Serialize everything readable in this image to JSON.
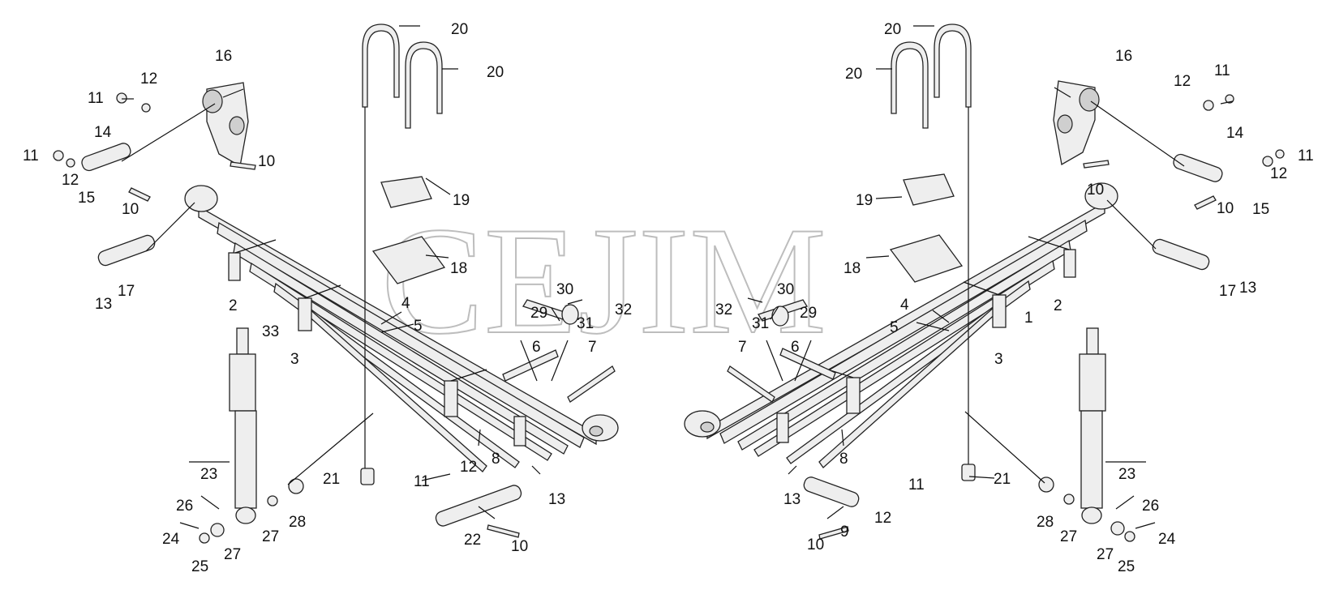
{
  "watermark": "CEJIM",
  "colors": {
    "stroke": "#222222",
    "part_fill": "#eeeeee",
    "watermark": "#bdbdbd"
  },
  "labels": [
    "1",
    "2",
    "2",
    "3",
    "3",
    "4",
    "4",
    "5",
    "5",
    "6",
    "6",
    "7",
    "7",
    "8",
    "8",
    "9",
    "10",
    "10",
    "10",
    "10",
    "10",
    "10",
    "11",
    "11",
    "11",
    "11",
    "11",
    "11",
    "12",
    "12",
    "12",
    "12",
    "12",
    "12",
    "13",
    "13",
    "13",
    "13",
    "14",
    "14",
    "15",
    "15",
    "16",
    "16",
    "17",
    "17",
    "18",
    "18",
    "19",
    "19",
    "20",
    "20",
    "20",
    "20",
    "21",
    "21",
    "22",
    "23",
    "23",
    "24",
    "24",
    "25",
    "25",
    "26",
    "26",
    "27",
    "27",
    "27",
    "27",
    "28",
    "28",
    "29",
    "29",
    "30",
    "30",
    "31",
    "31",
    "32",
    "32",
    "33"
  ]
}
